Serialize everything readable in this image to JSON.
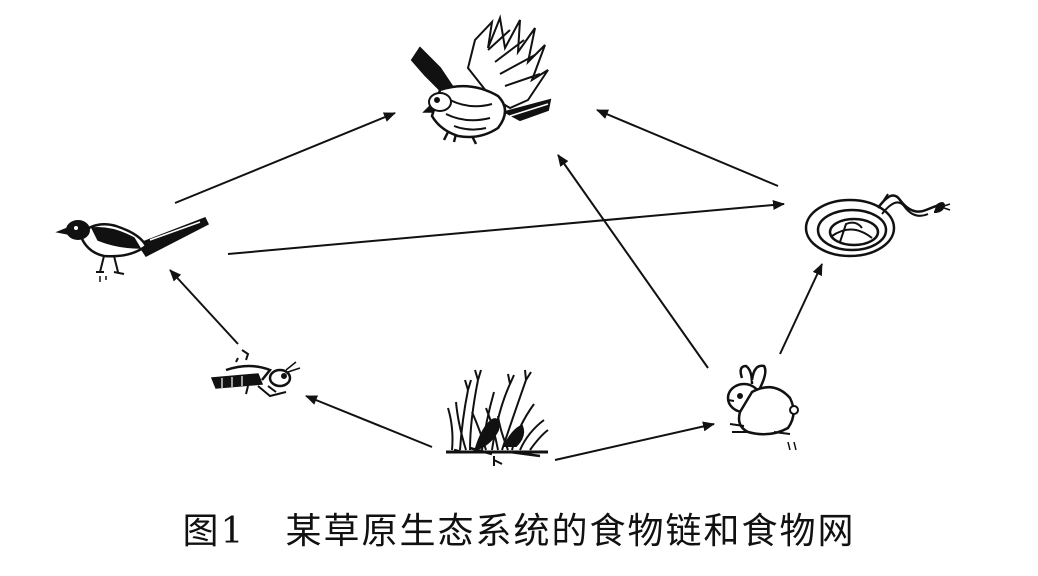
{
  "caption": {
    "figure_label": "图1",
    "title": "某草原生态系统的食物链和食物网"
  },
  "organisms": [
    {
      "id": "eagle",
      "icon": "eagle-icon"
    },
    {
      "id": "bird",
      "icon": "bird-icon"
    },
    {
      "id": "snake",
      "icon": "snake-icon"
    },
    {
      "id": "grasshopper",
      "icon": "grasshopper-icon"
    },
    {
      "id": "grass",
      "icon": "grass-icon"
    },
    {
      "id": "rabbit",
      "icon": "rabbit-icon"
    }
  ],
  "links": [
    {
      "from": "grass",
      "to": "grasshopper"
    },
    {
      "from": "grass",
      "to": "rabbit"
    },
    {
      "from": "grasshopper",
      "to": "bird"
    },
    {
      "from": "bird",
      "to": "eagle"
    },
    {
      "from": "bird",
      "to": "snake"
    },
    {
      "from": "rabbit",
      "to": "snake"
    },
    {
      "from": "rabbit",
      "to": "eagle"
    },
    {
      "from": "snake",
      "to": "eagle"
    }
  ],
  "colors": {
    "ink": "#111111",
    "background": "#ffffff"
  }
}
